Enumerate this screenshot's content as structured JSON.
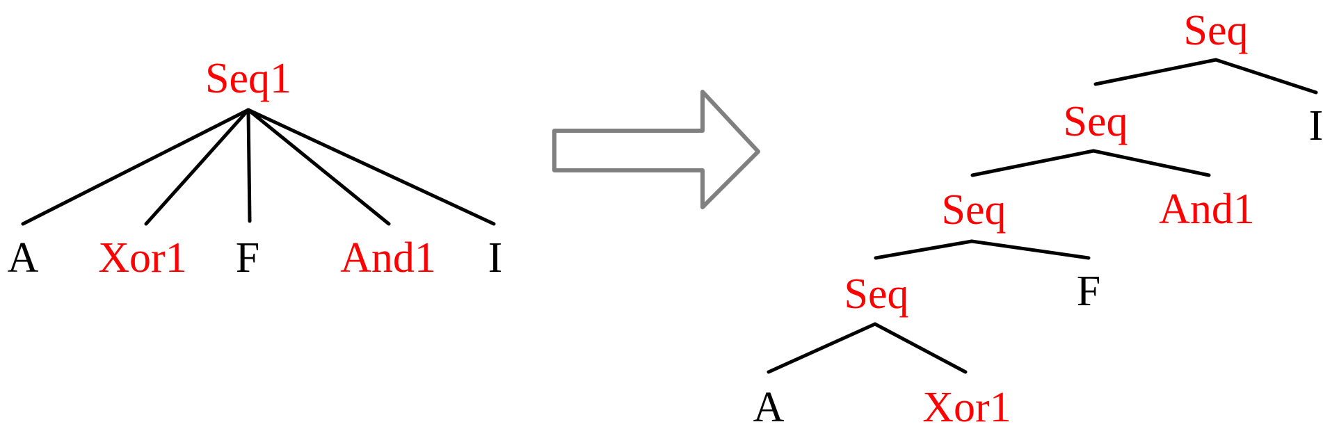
{
  "colors": {
    "operator": "#ff0000",
    "leaf": "#000000",
    "edge": "#000000",
    "arrow": "#808080"
  },
  "left_tree": {
    "root": "Seq1",
    "children": [
      "A",
      "Xor1",
      "F",
      "And1",
      "I"
    ]
  },
  "right_tree": {
    "level1_root": "Seq",
    "level1_leaf": "I",
    "level2_root": "Seq",
    "level2_leaf": "And1",
    "level3_root": "Seq",
    "level3_leaf": "F",
    "level4_root": "Seq",
    "level4_left": "A",
    "level4_right": "Xor1"
  },
  "arrow_icon": "right-arrow-icon"
}
